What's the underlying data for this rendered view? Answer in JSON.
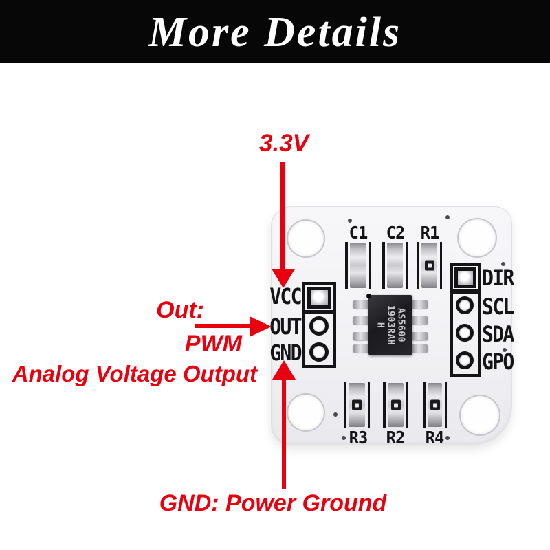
{
  "theme": {
    "accent_red": "#e8000f",
    "banner_bg": "#070707",
    "banner_fg": "#ffffff",
    "silkscreen": "#141417",
    "pcb_white": "#f2f2f5"
  },
  "header": {
    "title": "More Details"
  },
  "callouts": {
    "vcc_label": "3.3V",
    "out_title": "Out:",
    "out_mode": "PWM",
    "out_desc": "Analog Voltage Output",
    "gnd_label": "GND: Power Ground"
  },
  "board": {
    "left_pins": [
      "VCC",
      "OUT",
      "GND"
    ],
    "right_pins": [
      "DIR",
      "SCL",
      "SDA",
      "GPO"
    ],
    "top_components": [
      "C1",
      "C2",
      "R1"
    ],
    "bottom_components": [
      "R3",
      "R2",
      "R4"
    ],
    "chip": {
      "marking": [
        "AS5600",
        "1903RAH",
        "H"
      ]
    }
  }
}
